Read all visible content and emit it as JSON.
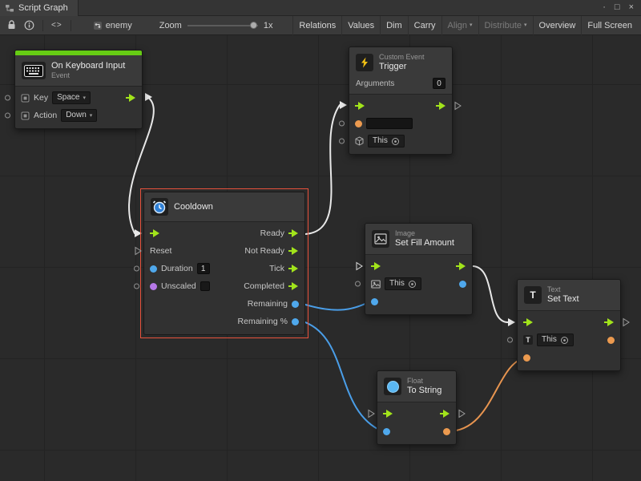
{
  "window": {
    "tab": "Script Graph",
    "controls": {
      "menu": "·",
      "maximize": "□",
      "close": "×"
    }
  },
  "toolbar": {
    "code_glyph": "<>",
    "graph_name": "enemy",
    "zoom_label": "Zoom",
    "zoom_value": "1x",
    "buttons": [
      {
        "label": "Relations"
      },
      {
        "label": "Values"
      },
      {
        "label": "Dim"
      },
      {
        "label": "Carry"
      },
      {
        "label": "Align",
        "caret": "▾",
        "disabled": true
      },
      {
        "label": "Distribute",
        "caret": "▾",
        "disabled": true
      },
      {
        "label": "Overview"
      },
      {
        "label": "Full Screen"
      }
    ]
  },
  "ui": {
    "caret": "▾"
  },
  "nodes": {
    "keyboard": {
      "title": "On Keyboard Input",
      "subtitle": "Event",
      "key_label": "Key",
      "key_value": "Space",
      "action_label": "Action",
      "action_value": "Down"
    },
    "trigger": {
      "category": "Custom Event",
      "title": "Trigger",
      "arguments_label": "Arguments",
      "arguments_value": "0",
      "name_value": "",
      "target_value": "This"
    },
    "cooldown": {
      "title": "Cooldown",
      "in_reset": "Reset",
      "in_duration": "Duration",
      "duration_value": "1",
      "in_unscaled": "Unscaled",
      "out_ready": "Ready",
      "out_notready": "Not Ready",
      "out_tick": "Tick",
      "out_completed": "Completed",
      "out_remaining": "Remaining",
      "out_remaining_pct": "Remaining %"
    },
    "image": {
      "category": "Image",
      "title": "Set Fill Amount",
      "target_value": "This"
    },
    "text": {
      "category": "Text",
      "title": "Set Text",
      "target_value": "This"
    },
    "float": {
      "category": "Float",
      "title": "To String"
    }
  },
  "colors": {
    "accent_green": "#66CC14",
    "flow_green": "#A2E41B",
    "selection_red": "#E8523C",
    "wire_white": "#E8E8E8",
    "value_blue": "#4FA8EC",
    "value_orange": "#EC9A4F",
    "value_purple": "#B678E8"
  }
}
